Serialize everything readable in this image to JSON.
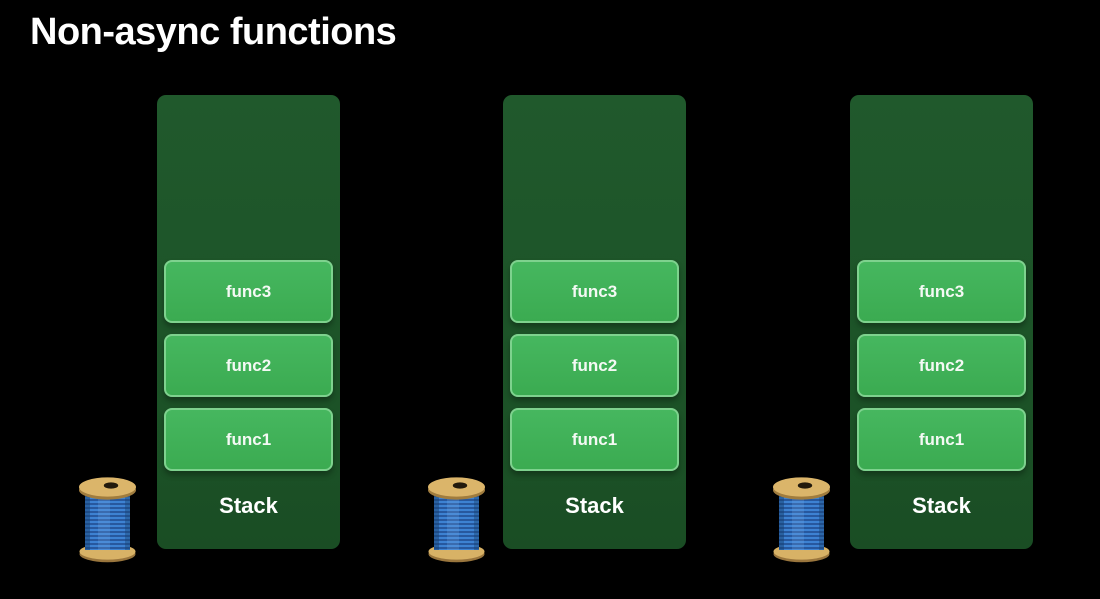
{
  "title": "Non-async functions",
  "stacks": [
    {
      "label": "Stack",
      "frames": [
        "func3",
        "func2",
        "func1"
      ]
    },
    {
      "label": "Stack",
      "frames": [
        "func3",
        "func2",
        "func1"
      ]
    },
    {
      "label": "Stack",
      "frames": [
        "func3",
        "func2",
        "func1"
      ]
    }
  ],
  "icons": {
    "thread_spool": "thread emoji spool (blue thread, tan caps)"
  },
  "colors": {
    "background": "#000000",
    "stack_container_green": "#1d5529",
    "frame_green": "#3fb157",
    "frame_border_green": "#7ed28e",
    "label_text": "#ffffff",
    "spool_thread_blue": "#3d82d2",
    "spool_cap_tan": "#dbb56a"
  }
}
